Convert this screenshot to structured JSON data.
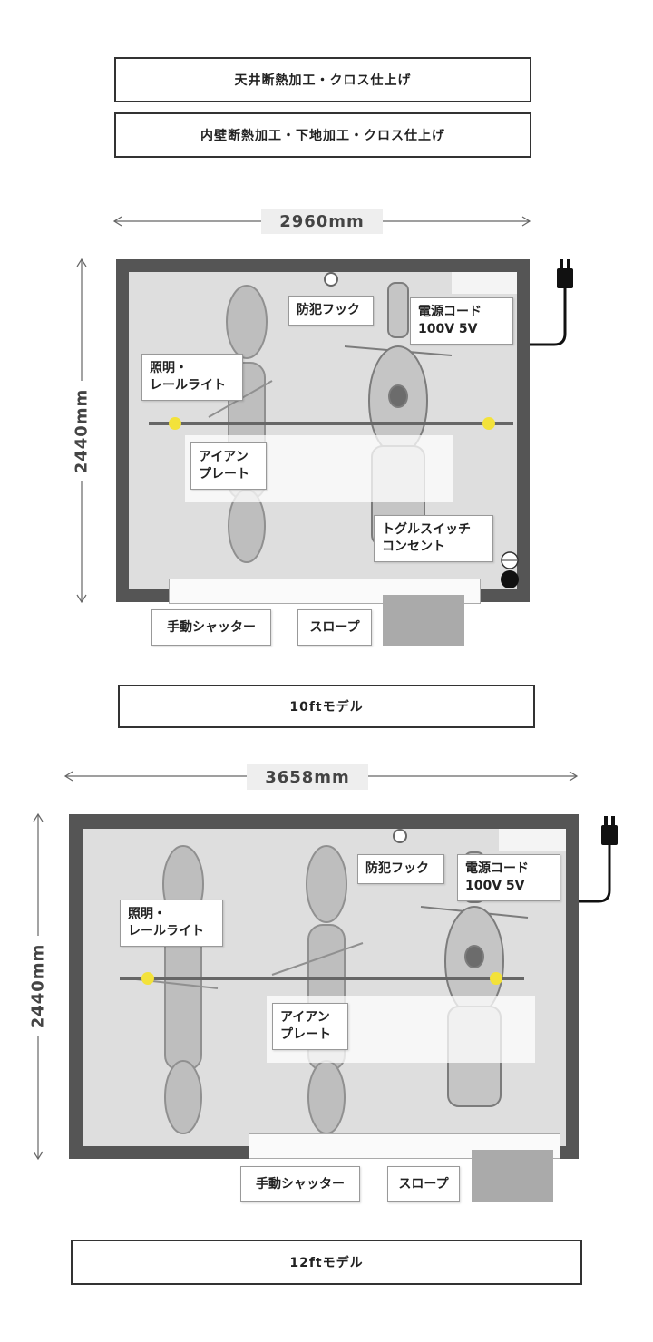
{
  "top_specs": {
    "ceiling": "天井断熱加工・クロス仕上げ",
    "wall": "内壁断熱加工・下地加工・クロス仕上げ"
  },
  "model_10ft": {
    "width": "2960mm",
    "height": "2440mm",
    "hook": "防犯フック",
    "power": "電源コード\n100V 5V",
    "light": "照明・\nレールライト",
    "plate": "アイアン\nプレート",
    "switch": "トグルスイッチ\nコンセント",
    "shutter": "手動シャッター",
    "slope": "スロープ",
    "caption": "10ftモデル"
  },
  "model_12ft": {
    "width": "3658mm",
    "height": "2440mm",
    "hook": "防犯フック",
    "power": "電源コード\n100V 5V",
    "light": "照明・\nレールライト",
    "plate": "アイアン\nプレート",
    "shutter": "手動シャッター",
    "slope": "スロープ",
    "caption": "12ftモデル"
  },
  "icons": [
    "plug-icon",
    "motorcycle-icon",
    "arrow-left-icon",
    "arrow-right-icon",
    "arrow-up-icon",
    "arrow-down-icon",
    "outlet-icon"
  ],
  "colors": {
    "wall": "#555555",
    "floor": "#dedede",
    "light": "#f3e23a"
  }
}
